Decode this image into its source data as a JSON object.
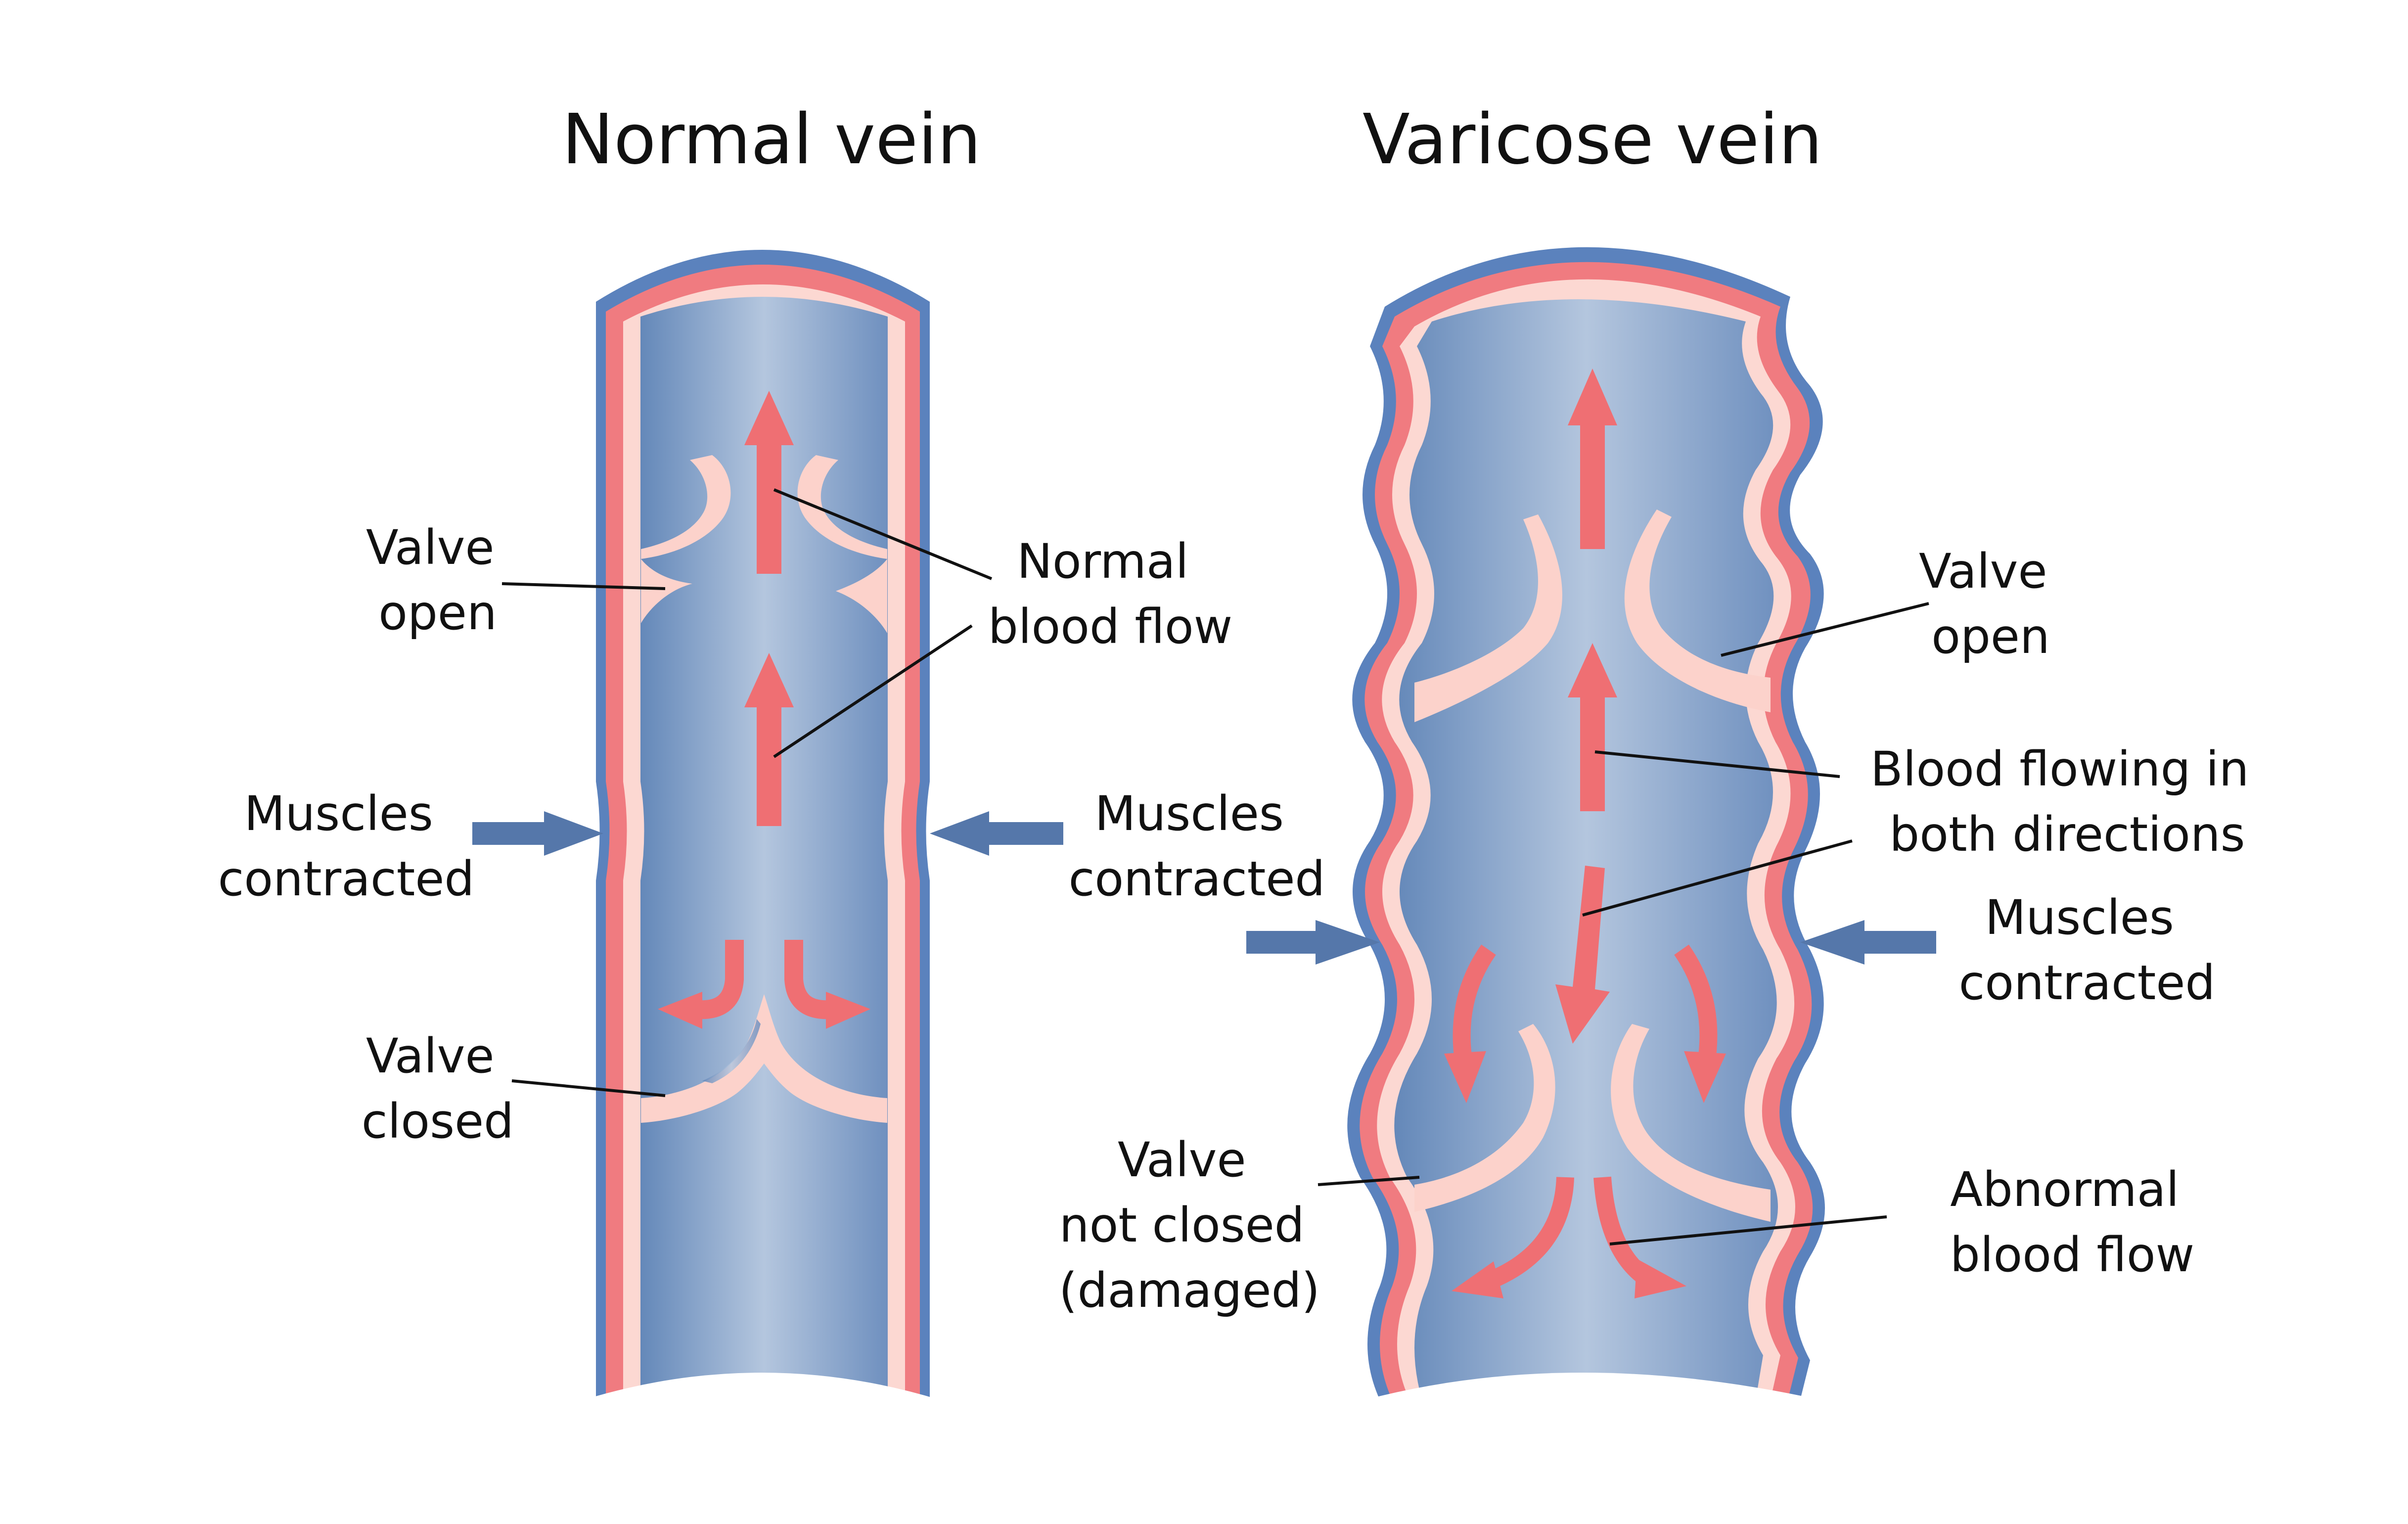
{
  "titles": {
    "normal": "Normal vein",
    "varicose": "Varicose vein"
  },
  "labels": {
    "normal_valve_open": [
      "Valve",
      "open"
    ],
    "normal_blood_flow": [
      "Normal",
      "blood flow"
    ],
    "normal_muscles_left": [
      "Muscles",
      "contracted"
    ],
    "normal_muscles_right": [
      "Muscles",
      "contracted"
    ],
    "normal_valve_closed": [
      "Valve",
      "closed"
    ],
    "varicose_valve_open": [
      "Valve",
      "open"
    ],
    "varicose_both_directions": [
      "Blood flowing in",
      "both directions"
    ],
    "varicose_muscles_left": [
      "Muscles",
      "contracted"
    ],
    "varicose_muscles_right": [
      "Muscles",
      "contracted"
    ],
    "varicose_valve_not_closed": [
      "Valve",
      "not closed",
      "(damaged)"
    ],
    "varicose_abnormal_flow": [
      "Abnormal",
      "blood flow"
    ]
  },
  "colors": {
    "vein_outer": "#5b82bd",
    "vein_wall_red": "#f07b80",
    "vein_wall_pale": "#fcd8d2",
    "lumen_dark": "#6d8fbe",
    "lumen_light": "#b2c4dd",
    "valve": "#fcd2cb",
    "flow_arrow": "#ef6f73",
    "muscle_arrow": "#5577aa",
    "leader_line": "#111111"
  }
}
